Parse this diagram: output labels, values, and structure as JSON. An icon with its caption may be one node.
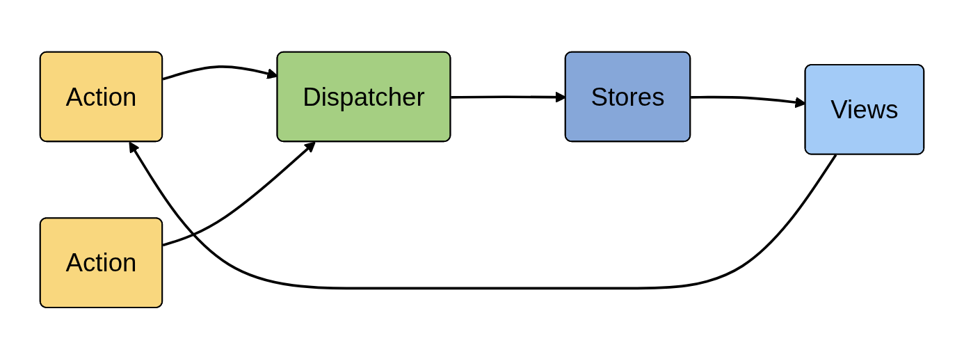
{
  "diagram": {
    "nodes": [
      {
        "text": [
          "Action"
        ]
      },
      {
        "text": [
          "Dispatcher"
        ]
      },
      {
        "text": [
          "Stores"
        ]
      },
      {
        "text": [
          "Views"
        ]
      },
      {
        "text": [
          "Action"
        ]
      }
    ],
    "edges": [
      {
        "from": 0,
        "to": 1,
        "arrow": "to"
      },
      {
        "from": 1,
        "to": 2,
        "arrow": "to"
      },
      {
        "from": 2,
        "to": 3,
        "arrow": "to"
      },
      {
        "from": 3,
        "to": 0,
        "arrow": "to"
      },
      {
        "from": 4,
        "to": 1,
        "arrow": "to"
      }
    ]
  }
}
